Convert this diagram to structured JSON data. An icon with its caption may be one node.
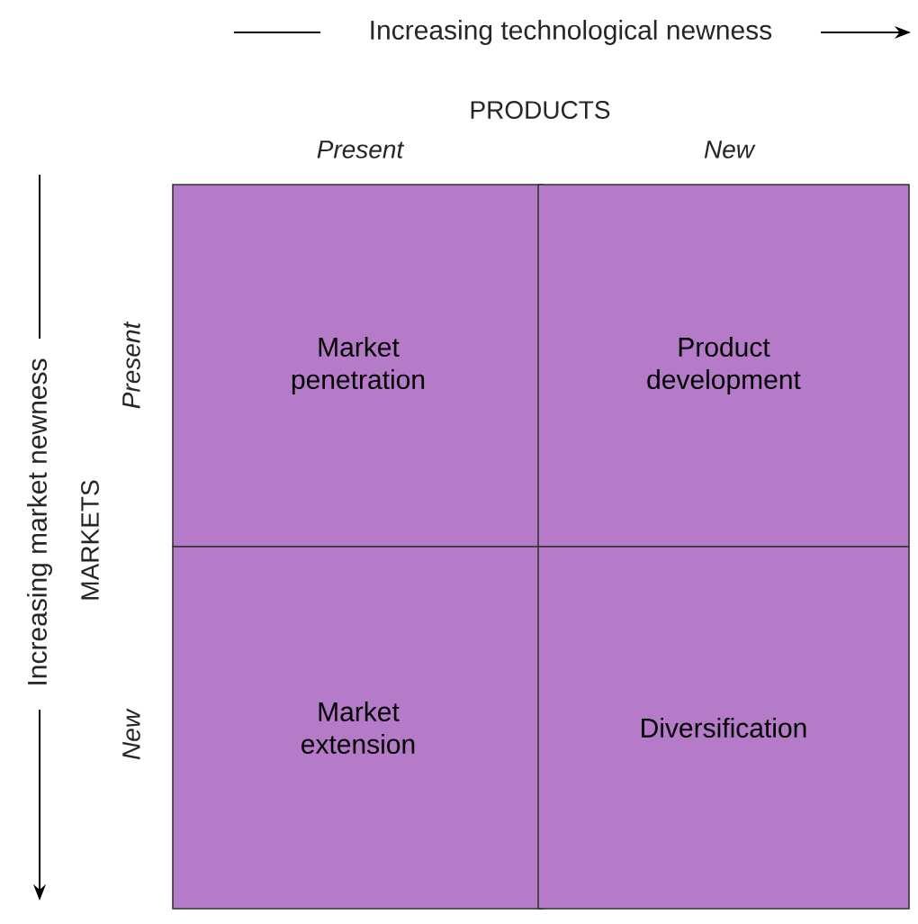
{
  "diagram": {
    "nodes": [
      {
        "text": [
          "Market penetration"
        ]
      },
      {
        "text": [
          "Product development"
        ]
      },
      {
        "text": [
          "Market extension"
        ]
      },
      {
        "text": [
          "Diversification"
        ]
      }
    ],
    "labels": [
      "Increasing technological newness",
      "PRODUCTS",
      "Present",
      "New",
      "Increasing market newness",
      "MARKETS",
      "Present",
      "New"
    ]
  }
}
